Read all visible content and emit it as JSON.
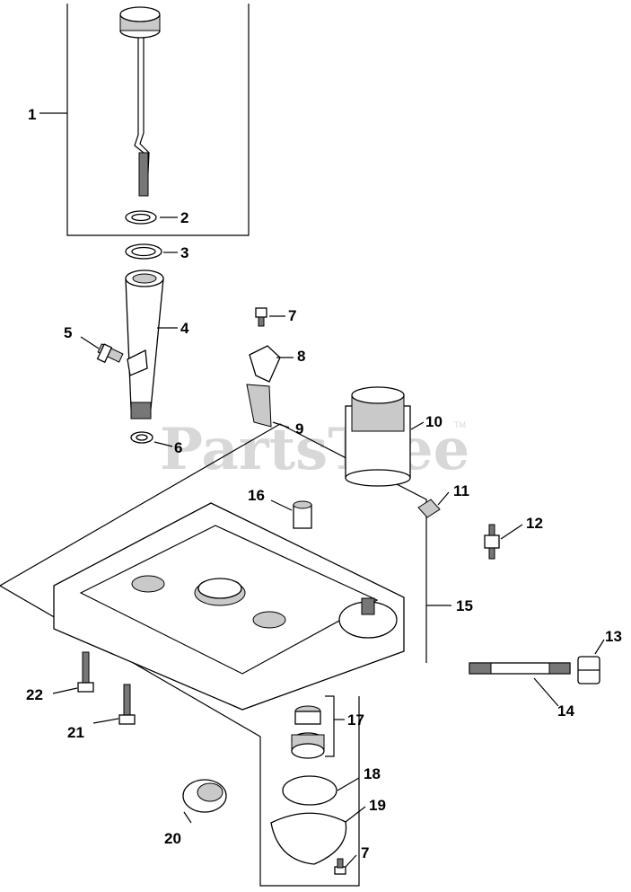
{
  "watermark": {
    "text": "PartsTree",
    "trademark": "TM"
  },
  "callouts": [
    {
      "id": "c1",
      "label": "1"
    },
    {
      "id": "c2",
      "label": "2"
    },
    {
      "id": "c3",
      "label": "3"
    },
    {
      "id": "c4",
      "label": "4"
    },
    {
      "id": "c5",
      "label": "5"
    },
    {
      "id": "c6",
      "label": "6"
    },
    {
      "id": "c7a",
      "label": "7"
    },
    {
      "id": "c8",
      "label": "8"
    },
    {
      "id": "c9",
      "label": "9"
    },
    {
      "id": "c10",
      "label": "10"
    },
    {
      "id": "c11",
      "label": "11"
    },
    {
      "id": "c12",
      "label": "12"
    },
    {
      "id": "c13",
      "label": "13"
    },
    {
      "id": "c14",
      "label": "14"
    },
    {
      "id": "c15",
      "label": "15"
    },
    {
      "id": "c16",
      "label": "16"
    },
    {
      "id": "c17",
      "label": "17"
    },
    {
      "id": "c18",
      "label": "18"
    },
    {
      "id": "c19",
      "label": "19"
    },
    {
      "id": "c20",
      "label": "20"
    },
    {
      "id": "c21",
      "label": "21"
    },
    {
      "id": "c22",
      "label": "22"
    },
    {
      "id": "c7b",
      "label": "7"
    }
  ]
}
